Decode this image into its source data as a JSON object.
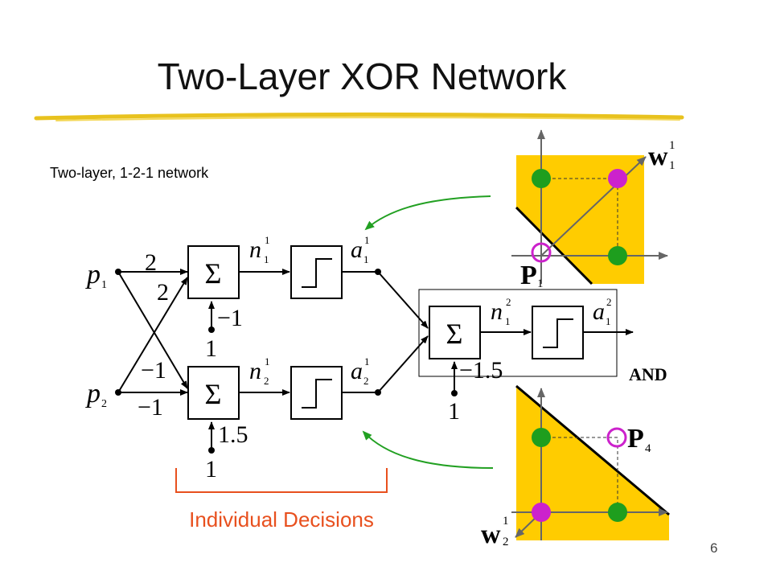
{
  "slide": {
    "title": "Two-Layer XOR Network",
    "subtitle": "Two-layer, 1-2-1 network",
    "page_number": "6"
  },
  "network": {
    "inputs": [
      {
        "symbol": "p",
        "subscript": "1"
      },
      {
        "symbol": "p",
        "subscript": "2"
      }
    ],
    "weights": [
      "2",
      "2",
      "−1",
      "−1"
    ],
    "layer1_biases": [
      "−1",
      "1.5"
    ],
    "bias_inputs": [
      "1",
      "1",
      "1"
    ],
    "sum_symbol": "Σ",
    "layer1_n": [
      {
        "symbol": "n",
        "subscript": "1",
        "superscript": "1"
      },
      {
        "symbol": "n",
        "subscript": "2",
        "superscript": "1"
      }
    ],
    "layer1_a": [
      {
        "symbol": "a",
        "subscript": "1",
        "superscript": "1"
      },
      {
        "symbol": "a",
        "subscript": "2",
        "superscript": "1"
      }
    ],
    "layer2_bias": "−1.5",
    "layer2_n": {
      "symbol": "n",
      "subscript": "1",
      "superscript": "2"
    },
    "layer2_a": {
      "symbol": "a",
      "subscript": "1",
      "superscript": "2"
    }
  },
  "decision_plots": {
    "top": {
      "weight_label": {
        "symbol": "w",
        "subscript": "1",
        "superscript": "1"
      },
      "point_label": {
        "symbol": "P",
        "subscript": "1"
      }
    },
    "bottom": {
      "weight_label": {
        "symbol": "w",
        "subscript": "2",
        "superscript": "1"
      },
      "point_label": {
        "symbol": "P",
        "subscript": "4"
      }
    },
    "and_label": "AND",
    "individual_decisions_label": "Individual Decisions"
  },
  "colors": {
    "region_fill": "#FFCC00",
    "point_green": "#1E9E1E",
    "point_magenta": "#CC22CC",
    "arrow_green": "#22A022",
    "bracket_red": "#E8501E",
    "axis_gray": "#666666"
  }
}
